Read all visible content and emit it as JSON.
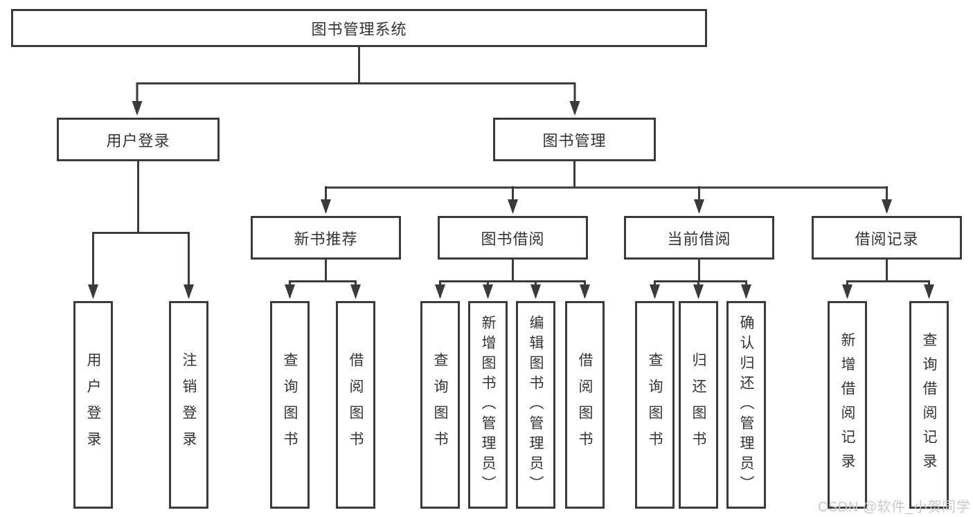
{
  "diagram": {
    "root": {
      "label": "图书管理系统"
    },
    "level2": [
      {
        "label": "用户登录"
      },
      {
        "label": "图书管理"
      }
    ],
    "level3": [
      {
        "label": "新书推荐"
      },
      {
        "label": "图书借阅"
      },
      {
        "label": "当前借阅"
      },
      {
        "label": "借阅记录"
      }
    ],
    "leaves": {
      "user_login": [
        {
          "label": "用户登录"
        },
        {
          "label": "注销登录"
        }
      ],
      "new_book_recommend": [
        {
          "label": "查询图书"
        },
        {
          "label": "借阅图书"
        }
      ],
      "book_borrowing": [
        {
          "label": "查询图书"
        },
        {
          "label": "新增图书（管理员）"
        },
        {
          "label": "编辑图书（管理员）"
        },
        {
          "label": "借阅图书"
        }
      ],
      "current_borrowing": [
        {
          "label": "查询图书"
        },
        {
          "label": "归还图书"
        },
        {
          "label": "确认归还（管理员）"
        }
      ],
      "borrowing_records": [
        {
          "label": "新增借阅记录"
        },
        {
          "label": "查询借阅记录"
        }
      ]
    }
  },
  "watermark": {
    "text": "CSDN @软件_小贺同学"
  },
  "colors": {
    "line": "#3a3a3a",
    "text": "#333333",
    "box_background": "#ffffff",
    "watermark": "#c9c9c9",
    "background": "#ffffff"
  }
}
